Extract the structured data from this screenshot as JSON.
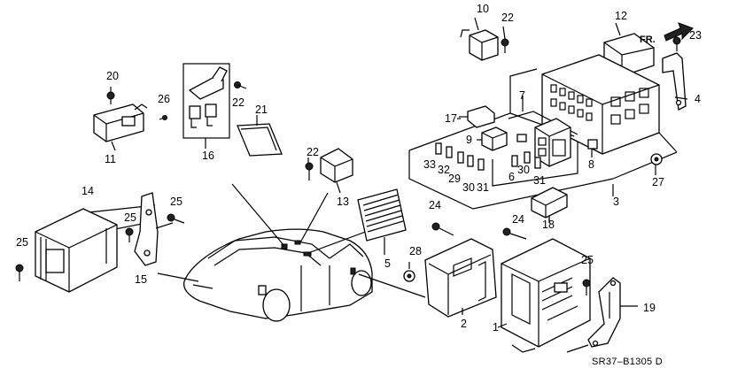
{
  "diagram": {
    "code": "SR37–B1305 D",
    "direction_label": "FR.",
    "callouts": [
      "1",
      "2",
      "3",
      "4",
      "5",
      "6",
      "7",
      "8",
      "9",
      "10",
      "11",
      "12",
      "13",
      "14",
      "15",
      "16",
      "17",
      "18",
      "19",
      "20",
      "21",
      "22",
      "22",
      "22",
      "23",
      "24",
      "24",
      "25",
      "25",
      "25",
      "25",
      "26",
      "27",
      "28",
      "29",
      "30",
      "30",
      "31",
      "31",
      "32",
      "33"
    ]
  }
}
